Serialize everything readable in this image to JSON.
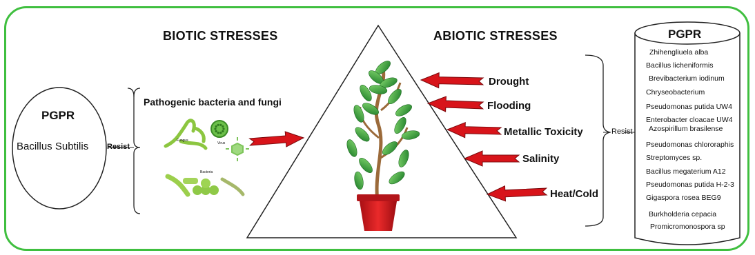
{
  "header": {
    "biotic_title": "BIOTIC STRESSES",
    "abiotic_title": "ABIOTIC STRESSES"
  },
  "left_circle": {
    "title": "PGPR",
    "organism": "Bacillus Subtilis"
  },
  "resist_label": "Resist",
  "biotic": {
    "label": "Pathogenic bacteria and fungi",
    "image_labels": [
      "Fungus",
      "Virus",
      "Bacteria"
    ]
  },
  "abiotic": [
    "Drought",
    "Flooding",
    "Metallic Toxicity",
    "Salinity",
    "Heat/Cold"
  ],
  "pgpr_cylinder": {
    "title": "PGPR",
    "items": [
      "Zhihengliuela alba",
      "Bacillus licheniformis",
      "Brevibacterium iodinum",
      "Chryseobacterium",
      "Pseudomonas putida UW4",
      "Enterobacter cloacae UW4",
      "Azospirillum brasilense",
      "Pseudomonas chlororaphis",
      "Streptomyces sp.",
      "Bacillus megaterium A12",
      "Pseudomonas putida H-2-3",
      "Gigaspora rosea BEG9",
      "Burkholderia cepacia",
      "Promicromonospora sp"
    ]
  },
  "colors": {
    "frame": "#3fbf3f",
    "arrow": "#d8141a",
    "plant_leaf": "#2f9e2f",
    "pot": "#d41e1e"
  }
}
